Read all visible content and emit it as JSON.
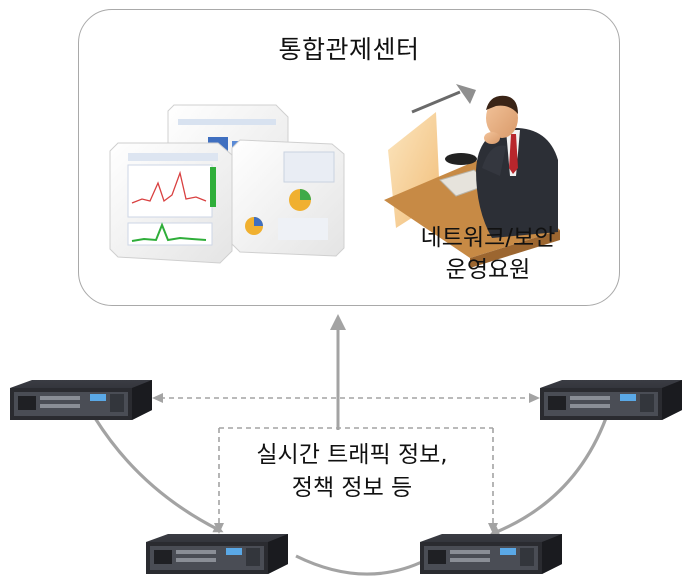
{
  "control_center": {
    "title": "통합관제센터",
    "operator_label_line1": "네트워크/보안",
    "operator_label_line2": "운영요원"
  },
  "flow_label": {
    "line1": "실시간 트래픽 정보,",
    "line2": "정책 정보 등"
  },
  "colors": {
    "arrow_gray": "#a3a3a3",
    "box_border": "#a9a9a9",
    "device_body": "#25262b",
    "device_face": "#4a4d55",
    "device_screen": "#5aa8e6",
    "chart_green": "#2fae3a",
    "chart_blue": "#3f6fc0",
    "suit_dark": "#2c2f36"
  },
  "icons": [
    "monitoring-dashboard-documents",
    "network-operator-illustration",
    "network-appliance-device"
  ]
}
